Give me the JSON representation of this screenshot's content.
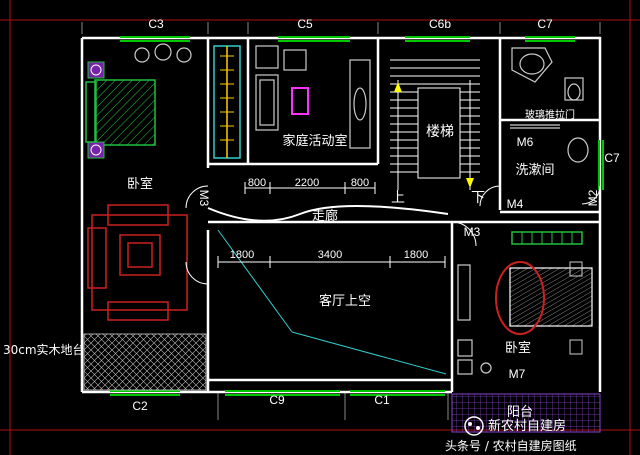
{
  "window_tags": {
    "c3": "C3",
    "c5": "C5",
    "c6b": "C6b",
    "c7_top": "C7",
    "c7_right": "C7",
    "c2": "C2",
    "c9": "C9",
    "c1": "C1"
  },
  "door_tags": {
    "m3_left": "M3",
    "m3_right": "M3",
    "m4": "M4",
    "m2": "M2",
    "m6": "M6",
    "m7": "M7"
  },
  "rooms": {
    "bedroom_left": "卧室",
    "family_room": "家庭活动室",
    "stairs": "楼梯",
    "bathroom": "洗漱间",
    "corridor": "走廊",
    "living_void": "客厅上空",
    "bedroom_right": "卧室",
    "balcony": "阳台"
  },
  "notes": {
    "sliding_door": "玻璃推拉门",
    "floor_platform": "30cm实木地台",
    "stair_up": "上",
    "stair_down": "下"
  },
  "dimensions": {
    "d1": "800",
    "d2": "2200",
    "d3": "800",
    "d4": "1800",
    "d5": "3400",
    "d6": "1800"
  },
  "watermark": {
    "account": "新农村自建房",
    "source": "头条号 / 农村自建房图纸"
  },
  "colors": {
    "wall": "#ffffff",
    "window": "#00c800",
    "furniture": "#d0d0d0",
    "bed_hatch": "#20c040",
    "sofa": "#cc2020",
    "magenta": "#ff33ff",
    "grid": "#c01010"
  }
}
